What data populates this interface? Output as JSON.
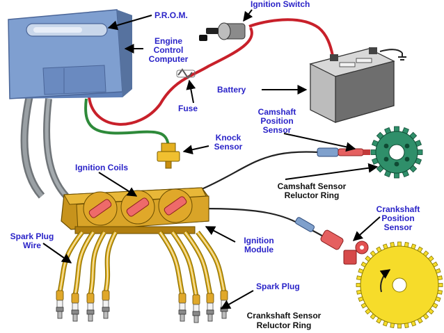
{
  "labels": {
    "prom": "P.R.O.M.",
    "ignition_switch": "Ignition Switch",
    "ecu_line1": "Engine",
    "ecu_line2": "Control",
    "ecu_line3": "Computer",
    "battery": "Battery",
    "fuse": "Fuse",
    "cam_sensor_line1": "Camshaft",
    "cam_sensor_line2": "Position",
    "cam_sensor_line3": "Sensor",
    "knock_line1": "Knock",
    "knock_line2": "Sensor",
    "ignition_coils": "Ignition Coils",
    "cam_ring_line1": "Camshaft Sensor",
    "cam_ring_line2": "Reluctor Ring",
    "crank_sensor_line1": "Crankshaft",
    "crank_sensor_line2": "Position",
    "crank_sensor_line3": "Sensor",
    "spark_plug_wire_line1": "Spark Plug",
    "spark_plug_wire_line2": "Wire",
    "ignition_module_line1": "Ignition",
    "ignition_module_line2": "Module",
    "spark_plug": "Spark Plug",
    "crank_ring_line1": "Crankshaft Sensor",
    "crank_ring_line2": "Reluctor Ring"
  },
  "colors": {
    "label_blue": "#2a23c8",
    "ecu_blue": "#7f9fd0",
    "wire_red": "#c8202a",
    "wire_green": "#2e8a3a",
    "coil_yellow": "#e7b21c",
    "coil_pink": "#ee6a6a",
    "cam_gear": "#2f8f6a",
    "crank_gear": "#f6dc2a",
    "battery_gray": "#b9b9b9"
  }
}
